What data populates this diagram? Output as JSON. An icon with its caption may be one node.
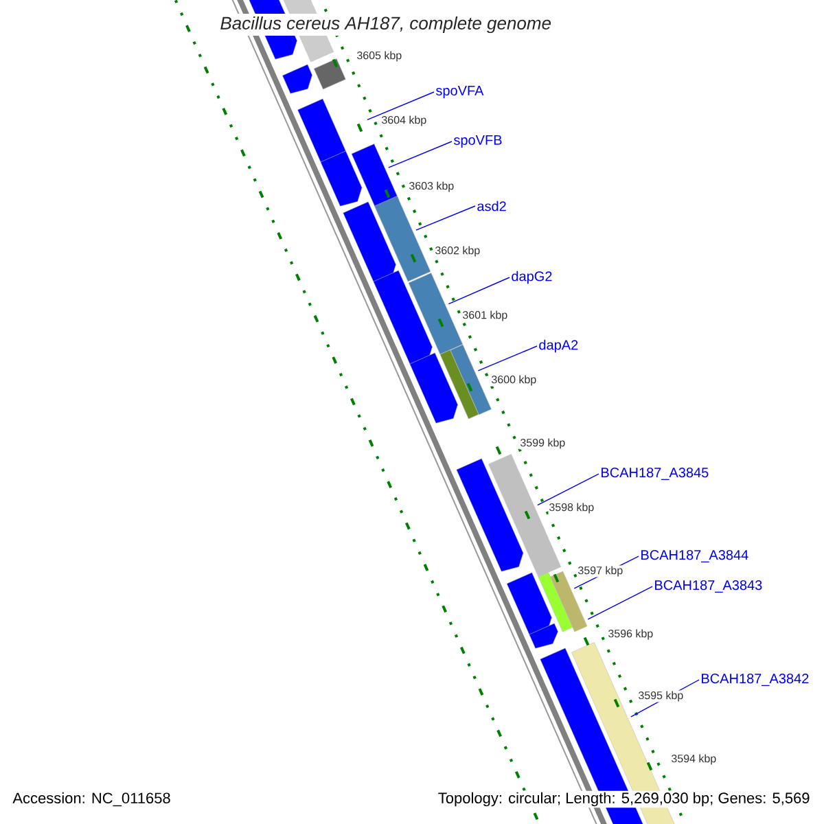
{
  "diagram": {
    "title": "*Bacillus cereus* AH187, complete genome",
    "nodes": [
      {
        "text": [
          "spoVFA"
        ]
      },
      {
        "text": [
          "spoVFB"
        ]
      },
      {
        "text": [
          "asd2"
        ]
      },
      {
        "text": [
          "dapG2"
        ]
      },
      {
        "text": [
          "dapA2"
        ]
      },
      {
        "text": [
          "BCAH187_A3845"
        ]
      },
      {
        "text": [
          "BCAH187_A3844"
        ]
      },
      {
        "text": [
          "BCAH187_A3843"
        ]
      },
      {
        "text": [
          "BCAH187_A3842"
        ]
      }
    ],
    "edges": [
      {
        "from": 0,
        "to": null,
        "arrow": "none"
      },
      {
        "from": 1,
        "to": null,
        "arrow": "none"
      },
      {
        "from": 2,
        "to": null,
        "arrow": "none"
      },
      {
        "from": 3,
        "to": null,
        "arrow": "none"
      },
      {
        "from": 4,
        "to": null,
        "arrow": "none"
      },
      {
        "from": 5,
        "to": null,
        "arrow": "none"
      },
      {
        "from": 6,
        "to": null,
        "arrow": "none"
      },
      {
        "from": 7,
        "to": null,
        "arrow": "none"
      },
      {
        "from": 8,
        "to": null,
        "arrow": "none"
      }
    ],
    "labels": [
      "3605 kbp",
      "3604 kbp",
      "3603 kbp",
      "3602 kbp",
      "3601 kbp",
      "3600 kbp",
      "3599 kbp",
      "3598 kbp",
      "3597 kbp",
      "3596 kbp",
      "3595 kbp",
      "3594 kbp",
      "Accession: NC_011658",
      "Topology: circular; Length: 5,269,030 bp; Genes: 5,569"
    ]
  }
}
